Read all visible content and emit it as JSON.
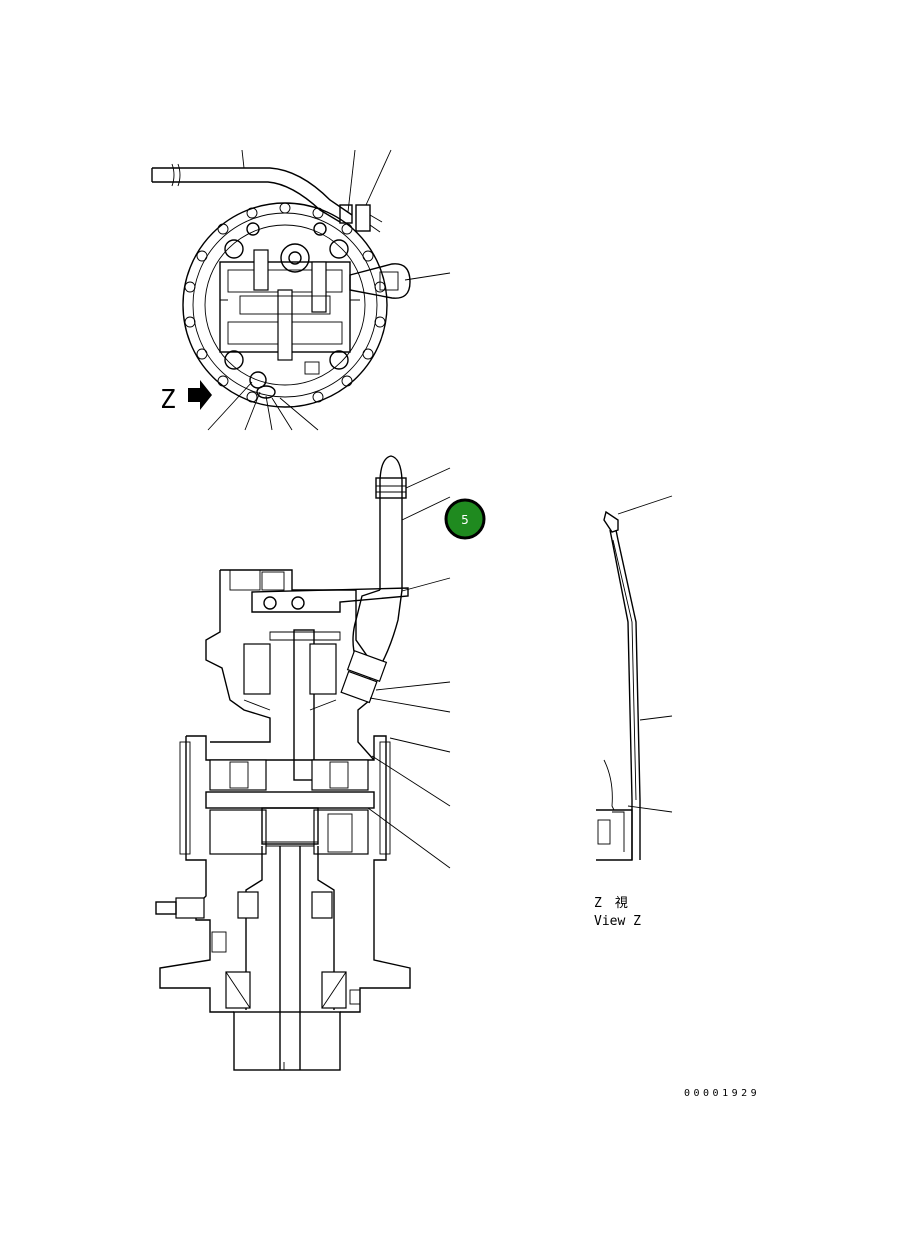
{
  "view_label": {
    "letter": "Z",
    "caption_jp": "Z　視",
    "caption_en": "View Z"
  },
  "callout_badge": {
    "number": "5",
    "color": "#1f8a1f"
  },
  "drawing_number": "00001929"
}
